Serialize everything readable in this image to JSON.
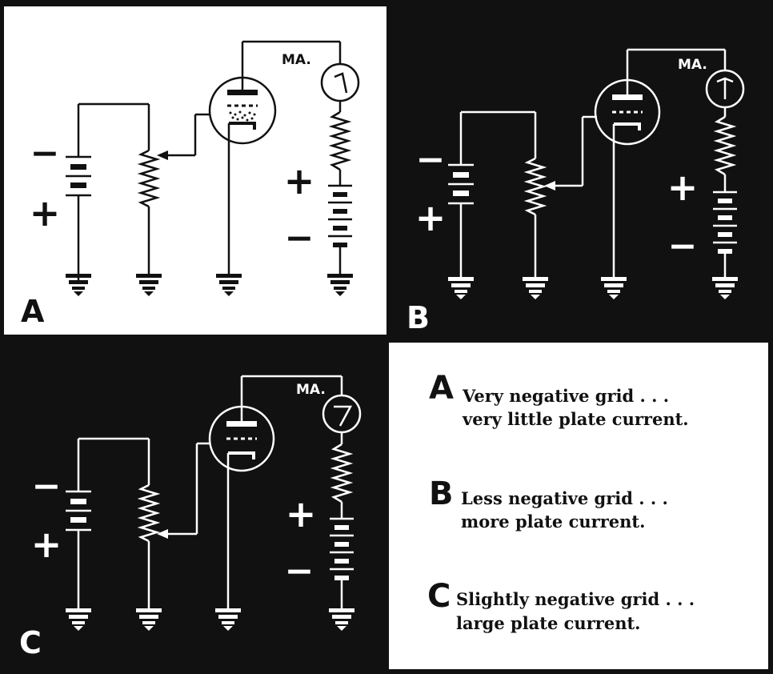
{
  "panels": [
    {
      "id": "a",
      "letter": "A",
      "meter_label": "MA.",
      "minus_sign": "−",
      "plus_sign": "+",
      "needle": "left",
      "shaded_grid": true
    },
    {
      "id": "b",
      "letter": "B",
      "meter_label": "MA.",
      "minus_sign": "−",
      "plus_sign": "+",
      "needle": "center",
      "shaded_grid": false
    },
    {
      "id": "c",
      "letter": "C",
      "meter_label": "MA.",
      "minus_sign": "−",
      "plus_sign": "+",
      "needle": "right",
      "shaded_grid": false
    }
  ],
  "legend": [
    {
      "letter": "A",
      "line1": "Very negative grid . . .",
      "line2": "very little plate current."
    },
    {
      "letter": "B",
      "line1": "Less negative grid . . .",
      "line2": "more plate current."
    },
    {
      "letter": "C",
      "line1": "Slightly negative grid . . .",
      "line2": "large plate current."
    }
  ],
  "colors": {
    "ink": "#111111",
    "paper": "#ffffff"
  }
}
